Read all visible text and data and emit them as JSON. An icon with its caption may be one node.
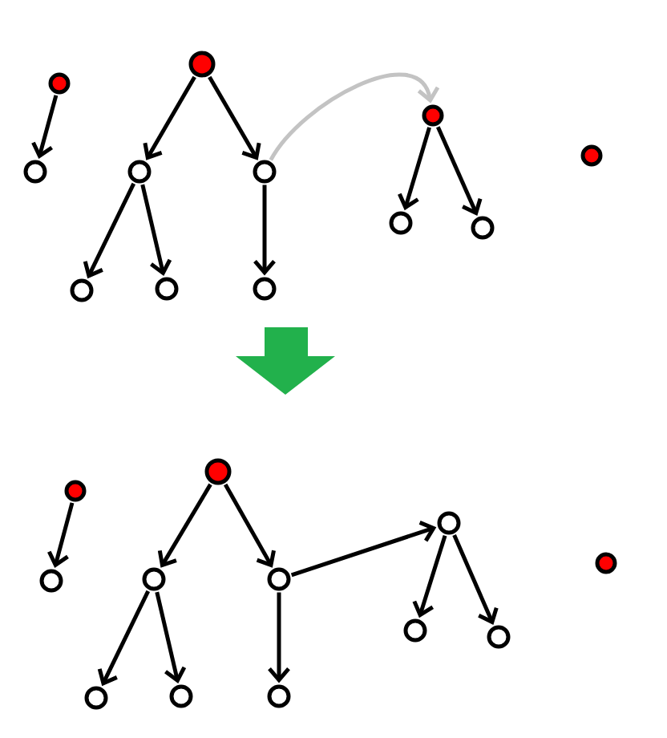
{
  "diagram": {
    "nodes": [
      {
        "text": [],
        "shape": "circle"
      },
      {
        "text": [],
        "shape": "circle"
      },
      {
        "text": [],
        "shape": "circle"
      },
      {
        "text": [],
        "shape": "circle"
      },
      {
        "text": [],
        "shape": "circle"
      },
      {
        "text": [],
        "shape": "circle"
      },
      {
        "text": [],
        "shape": "circle"
      },
      {
        "text": [],
        "shape": "circle"
      },
      {
        "text": [],
        "shape": "circle"
      },
      {
        "text": [],
        "shape": "circle"
      },
      {
        "text": [],
        "shape": "circle"
      },
      {
        "text": [],
        "shape": "circle"
      },
      {
        "text": [],
        "shape": "circle"
      },
      {
        "text": [],
        "shape": "circle"
      },
      {
        "text": [],
        "shape": "circle"
      },
      {
        "text": [],
        "shape": "circle"
      },
      {
        "text": [],
        "shape": "circle"
      },
      {
        "text": [],
        "shape": "circle"
      },
      {
        "text": [],
        "shape": "circle"
      },
      {
        "text": [],
        "shape": "circle"
      },
      {
        "text": [],
        "shape": "circle"
      },
      {
        "text": [],
        "shape": "circle"
      },
      {
        "text": [],
        "shape": "circle"
      },
      {
        "text": [],
        "shape": "circle"
      }
    ],
    "edges": [
      {
        "from": 0,
        "to": 1,
        "arrow": "to"
      },
      {
        "from": 2,
        "to": 3,
        "arrow": "to"
      },
      {
        "from": 2,
        "to": 4,
        "arrow": "to"
      },
      {
        "from": 3,
        "to": 5,
        "arrow": "to"
      },
      {
        "from": 3,
        "to": 6,
        "arrow": "to"
      },
      {
        "from": 4,
        "to": 7,
        "arrow": "to"
      },
      {
        "from": 4,
        "to": 8,
        "arrow": "to",
        "color": "#c3c3c3"
      },
      {
        "from": 8,
        "to": 9,
        "arrow": "to"
      },
      {
        "from": 8,
        "to": 10,
        "arrow": "to"
      },
      {
        "from": 12,
        "to": 13,
        "arrow": "to"
      },
      {
        "from": 14,
        "to": 15,
        "arrow": "to"
      },
      {
        "from": 14,
        "to": 16,
        "arrow": "to"
      },
      {
        "from": 15,
        "to": 17,
        "arrow": "to"
      },
      {
        "from": 15,
        "to": 18,
        "arrow": "to"
      },
      {
        "from": 16,
        "to": 19,
        "arrow": "to"
      },
      {
        "from": 16,
        "to": 20,
        "arrow": "to"
      },
      {
        "from": 20,
        "to": 21,
        "arrow": "to"
      },
      {
        "from": 20,
        "to": 22,
        "arrow": "to"
      }
    ]
  }
}
